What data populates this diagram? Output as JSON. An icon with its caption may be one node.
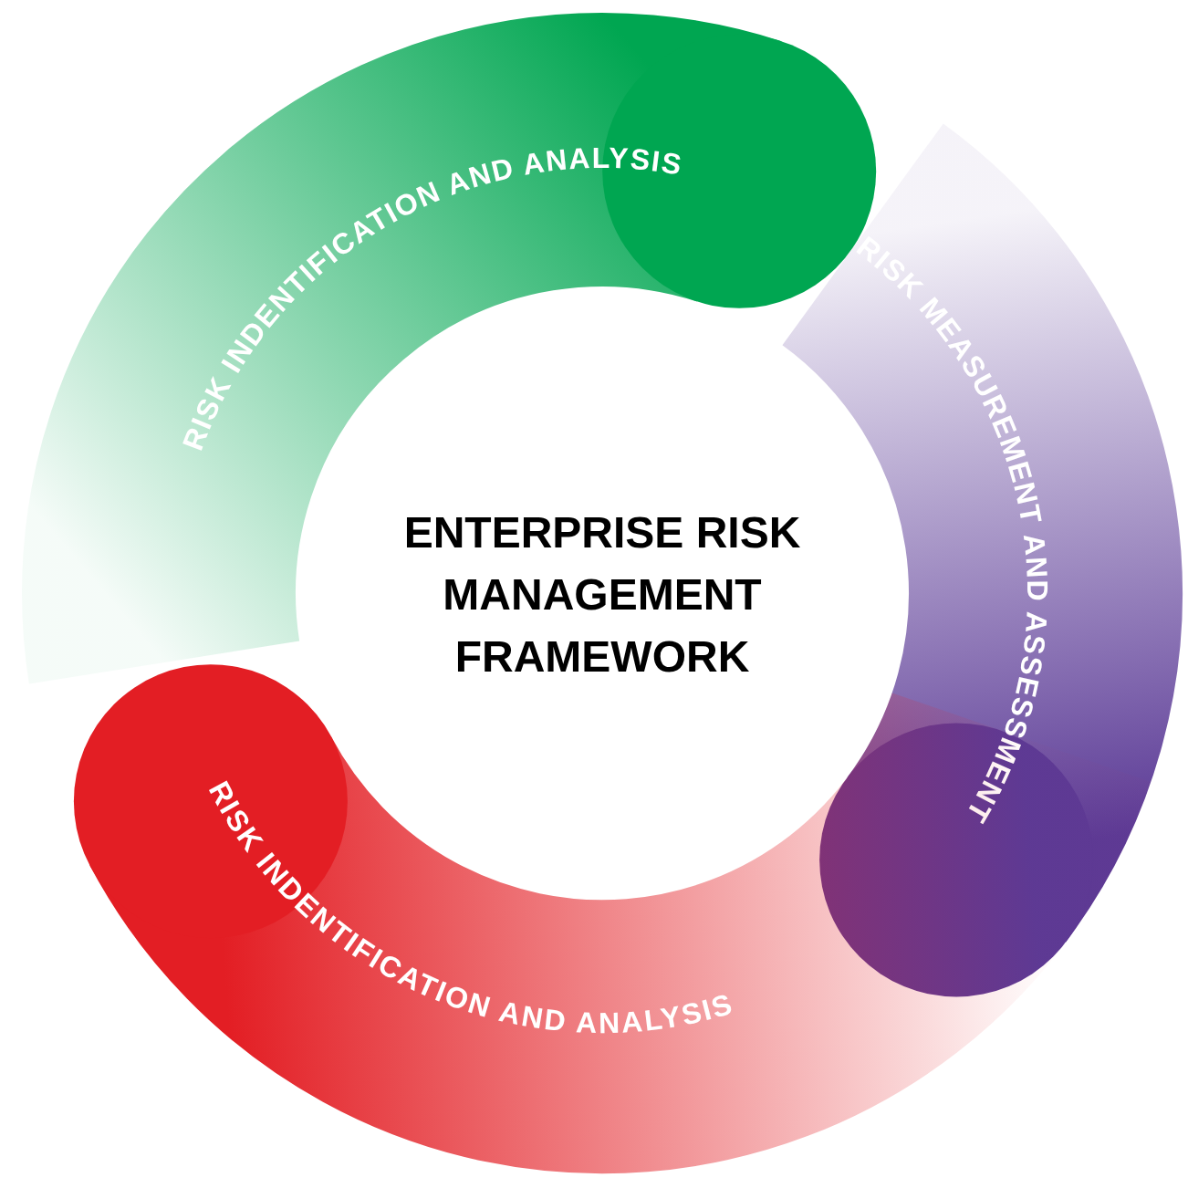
{
  "diagram": {
    "nodes": [
      {
        "text": [
          "RISK INDENTIFICATION AND ANALYSIS"
        ]
      },
      {
        "text": [
          "RISK MEASUREMENT AND ASSESSMENT"
        ]
      },
      {
        "text": [
          "ENTERPRISE RISK MANAGEMENT FRAMEWORK"
        ]
      },
      {
        "text": [
          "RISK INDENTIFICATION AND ANALYSIS"
        ]
      }
    ]
  }
}
